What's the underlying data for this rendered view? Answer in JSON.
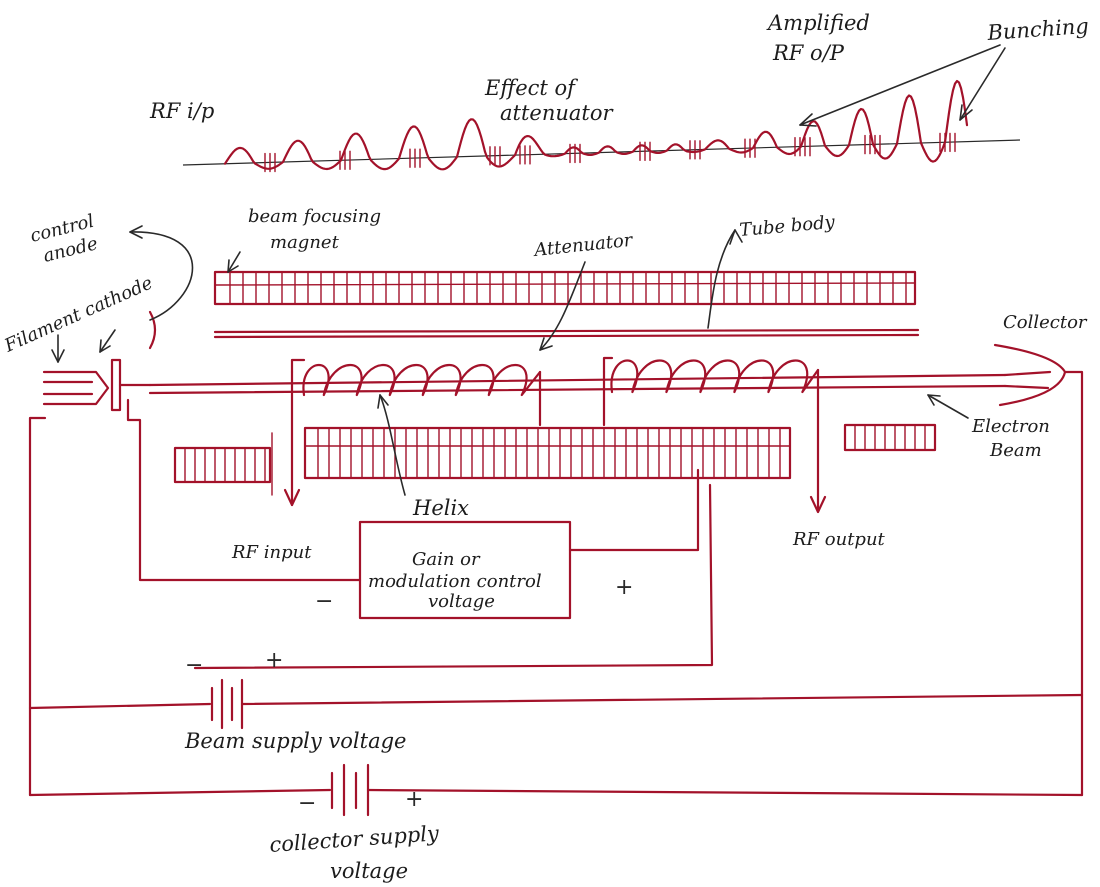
{
  "labels": {
    "rf_ip": "RF i/p",
    "effect_of": "Effect of",
    "attenuator_word": "attenuator",
    "amplified": "Amplified",
    "rf_op": "RF o/P",
    "bunching": "Bunching",
    "control": "control",
    "anode": "anode",
    "filament_cathode": "Filament cathode",
    "beam_focusing": "beam focusing",
    "magnet": "magnet",
    "attenuator": "Attenuator",
    "tube_body": "Tube body",
    "collector": "Collector",
    "electron": "Electron",
    "beam": "Beam",
    "helix": "Helix",
    "rf_input": "RF input",
    "rf_output": "RF output",
    "gain_line1": "Gain or",
    "gain_line2": "modulation control",
    "gain_line3": "voltage",
    "beam_supply": "Beam supply voltage",
    "collector_supply_line1": "collector supply",
    "collector_supply_line2": "voltage",
    "minus": "−",
    "plus": "+"
  },
  "colors": {
    "ink_red": "#a3122a",
    "ink_dark": "#2a2a2a",
    "background": "#ffffff"
  }
}
